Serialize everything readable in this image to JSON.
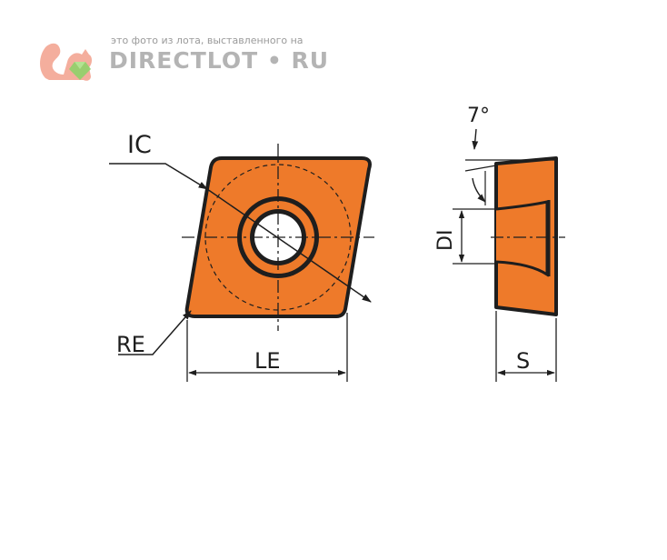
{
  "watermark": {
    "caption": "это фото из лота, выставленного на",
    "brand": "DIRECTLOT • RU",
    "logo_icon": "squirrel-icon",
    "logo_colors": [
      "#f2a08c",
      "#8fd16a"
    ]
  },
  "diagram": {
    "fill_color": "#ee7a2a",
    "stroke_color": "#1e1e1e",
    "labels": {
      "ic": "IC",
      "re": "RE",
      "le": "LE",
      "angle": "7°",
      "di": "DI",
      "s": "S"
    }
  }
}
